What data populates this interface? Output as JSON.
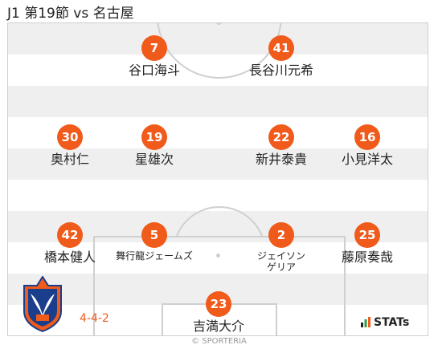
{
  "header": {
    "title": "J1 第19節 vs 名古屋"
  },
  "players": [
    {
      "number": "7",
      "name": "谷口海斗"
    },
    {
      "number": "41",
      "name": "長谷川元希"
    },
    {
      "number": "30",
      "name": "奥村仁"
    },
    {
      "number": "19",
      "name": "星雄次"
    },
    {
      "number": "22",
      "name": "新井泰貴"
    },
    {
      "number": "16",
      "name": "小見洋太"
    },
    {
      "number": "42",
      "name": "橋本健人"
    },
    {
      "number": "5",
      "name": "舞行龍ジェームズ"
    },
    {
      "number": "2",
      "name_line1": "ジェイソン",
      "name_line2": "ゲリア"
    },
    {
      "number": "25",
      "name": "藤原奏哉"
    },
    {
      "number": "23",
      "name": "吉満大介"
    }
  ],
  "formation": "4-4-2",
  "stats_logo": "STATs",
  "credit": "© SPORTERIA",
  "colors": {
    "accent": "#f05a1a",
    "stripe": "#efefef",
    "line": "#cfcfcf"
  },
  "icons": {
    "crest": "club-crest-icon",
    "stats": "stats-bars-icon"
  }
}
